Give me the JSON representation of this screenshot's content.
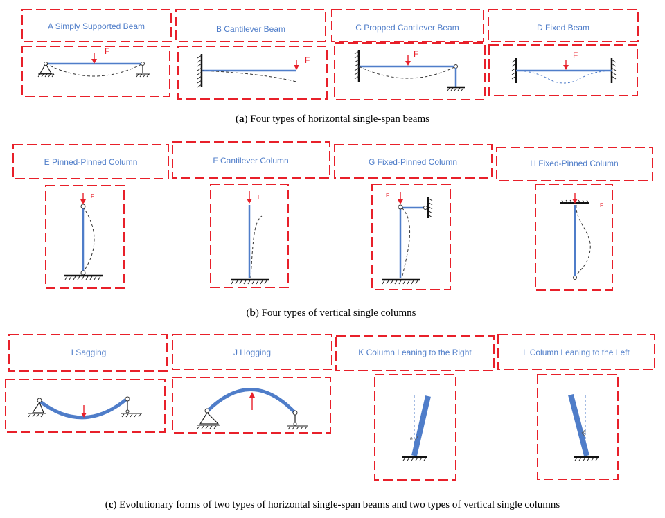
{
  "panels": {
    "A": {
      "label": "A  Simply Supported Beam",
      "force": "F"
    },
    "B": {
      "label": "B  Cantilever Beam",
      "force": "F"
    },
    "C": {
      "label": "C  Propped Cantilever Beam",
      "force": "F"
    },
    "D": {
      "label": "D  Fixed Beam",
      "force": "F"
    },
    "E": {
      "label": "E  Pinned-Pinned Column",
      "force": "F"
    },
    "F": {
      "label": "F  Cantilever Column",
      "force": "F"
    },
    "G": {
      "label": "G  Fixed-Pinned Column",
      "force": "F"
    },
    "H": {
      "label": "H  Fixed-Pinned Column",
      "force": "F"
    },
    "I": {
      "label": "I  Sagging"
    },
    "J": {
      "label": "J  Hogging"
    },
    "K": {
      "label": "K  Column Leaning to the Right",
      "angle": "θ"
    },
    "L": {
      "label": "L  Column Leaning to the Left",
      "angle": "θ"
    }
  },
  "captions": {
    "a": {
      "open": "(",
      "letter": "a",
      "close": ") ",
      "text": "Four types of horizontal single-span beams"
    },
    "b": {
      "open": "(",
      "letter": "b",
      "close": ") ",
      "text": "Four types of vertical single columns"
    },
    "c": {
      "open": "(",
      "letter": "c",
      "close": ") ",
      "text": "Evolutionary forms of two types of horizontal single-span beams and two types of vertical single columns"
    }
  },
  "colors": {
    "dash_box": "#e8202a",
    "member": "#4f7dc9",
    "force": "#e8202a",
    "label": "#4f7dc9"
  }
}
